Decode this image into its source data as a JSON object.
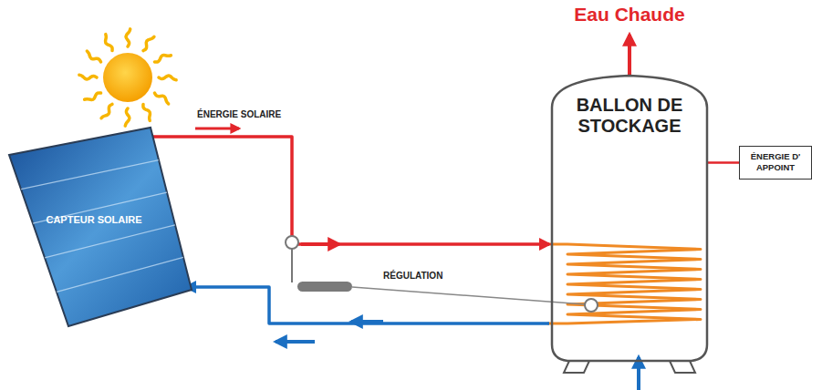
{
  "diagram": {
    "nodes": [
      {
        "text": [
          "CAPTEUR SOLAIRE"
        ]
      },
      {
        "text": [
          "BALLON DE STOCKAGE"
        ]
      },
      {
        "text": [
          "ÉNERGIE D' APPOINT"
        ]
      }
    ],
    "edges": [
      {
        "from": 0,
        "to": 1,
        "arrow": "to",
        "label": "ÉNERGIE SOLAIRE"
      },
      {
        "from": 1,
        "to": 0,
        "arrow": "to"
      },
      {
        "from": 2,
        "to": 1,
        "arrow": "none"
      }
    ],
    "labels": [
      "Eau Chaude",
      "RÉGULATION"
    ]
  }
}
